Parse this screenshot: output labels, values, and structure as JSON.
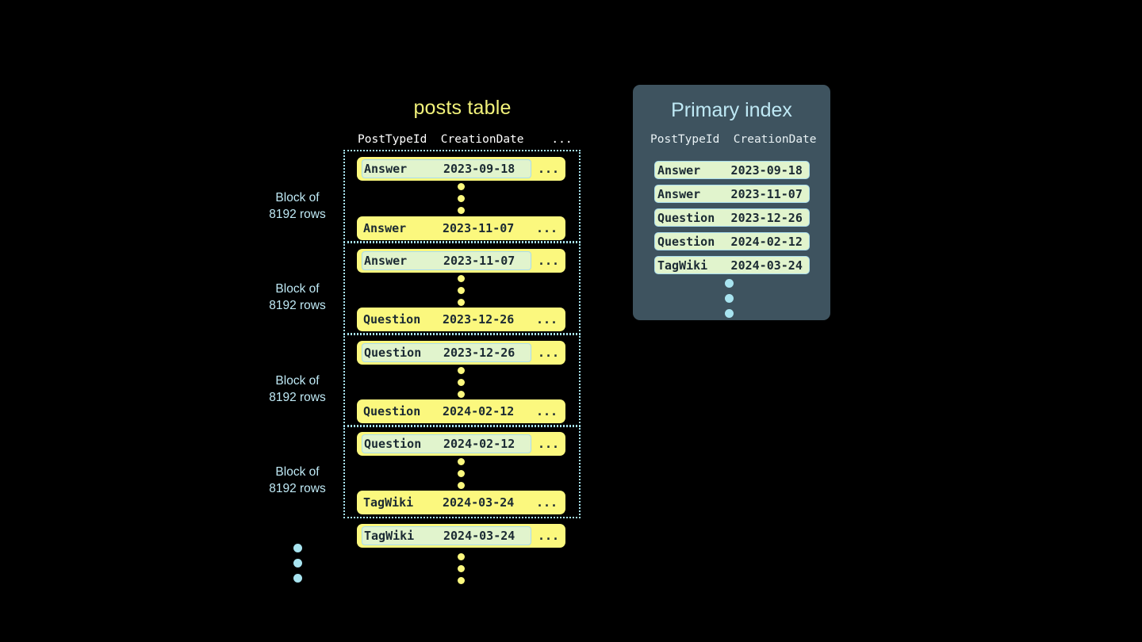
{
  "posts_table": {
    "title": "posts table",
    "columns": [
      "PostTypeId",
      "CreationDate",
      "..."
    ],
    "column_header_text": "PostTypeId  CreationDate    ...",
    "ellipsis": "...",
    "block_label": "Block of\n8192 rows",
    "block_label_line1": "Block of",
    "block_label_line2": "8192 rows",
    "blocks": [
      {
        "first_row": {
          "type": "Answer",
          "date": "2023-09-18",
          "more": "...",
          "highlighted": true
        },
        "last_row": {
          "type": "Answer",
          "date": "2023-11-07",
          "more": "...",
          "highlighted": false
        }
      },
      {
        "first_row": {
          "type": "Answer",
          "date": "2023-11-07",
          "more": "...",
          "highlighted": true
        },
        "last_row": {
          "type": "Question",
          "date": "2023-12-26",
          "more": "...",
          "highlighted": false
        }
      },
      {
        "first_row": {
          "type": "Question",
          "date": "2023-12-26",
          "more": "...",
          "highlighted": true
        },
        "last_row": {
          "type": "Question",
          "date": "2024-02-12",
          "more": "...",
          "highlighted": false
        }
      },
      {
        "first_row": {
          "type": "Question",
          "date": "2024-02-12",
          "more": "...",
          "highlighted": true
        },
        "last_row": {
          "type": "TagWiki",
          "date": "2024-03-24",
          "more": "...",
          "highlighted": false
        }
      }
    ],
    "trailing_row": {
      "type": "TagWiki",
      "date": "2024-03-24",
      "more": "...",
      "highlighted": true
    }
  },
  "primary_index": {
    "title": "Primary index",
    "columns": [
      "PostTypeId",
      "CreationDate"
    ],
    "column_header_text": "PostTypeId  CreationDate",
    "rows": [
      {
        "type": "Answer",
        "date": "2023-09-18"
      },
      {
        "type": "Answer",
        "date": "2023-11-07"
      },
      {
        "type": "Question",
        "date": "2023-12-26"
      },
      {
        "type": "Question",
        "date": "2024-02-12"
      },
      {
        "type": "TagWiki",
        "date": "2024-03-24"
      }
    ]
  },
  "colors": {
    "background": "#000000",
    "row_yellow": "#fbf87e",
    "highlight_green": "#e1f4cd",
    "highlight_border_blue": "#a9dced",
    "accent_blue": "#a8e4f0",
    "title_yellow": "#f2f27a",
    "panel_slate": "#3e535f",
    "text_dark": "#1b2a33",
    "header_white": "#ffffff"
  }
}
